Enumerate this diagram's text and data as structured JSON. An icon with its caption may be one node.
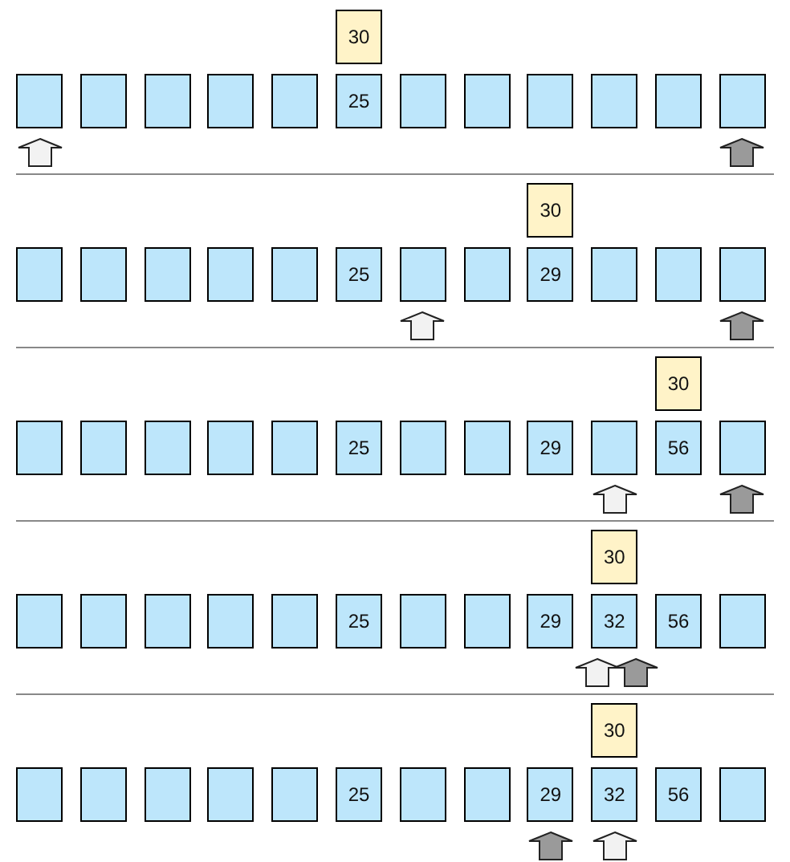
{
  "diagram": {
    "nodes": [
      {
        "text": [
          "30"
        ]
      },
      {
        "text": [],
        "shape": "box"
      },
      {
        "text": [],
        "shape": "box"
      },
      {
        "text": [],
        "shape": "box"
      },
      {
        "text": [],
        "shape": "box"
      },
      {
        "text": [],
        "shape": "box"
      },
      {
        "text": [
          "25"
        ]
      },
      {
        "text": [],
        "shape": "box"
      },
      {
        "text": [],
        "shape": "box"
      },
      {
        "text": [],
        "shape": "box"
      },
      {
        "text": [],
        "shape": "box"
      },
      {
        "text": [],
        "shape": "box"
      },
      {
        "text": [],
        "shape": "box"
      },
      {
        "text": [],
        "shape": "arrow"
      },
      {
        "text": [],
        "shape": "arrow"
      },
      {
        "text": [
          "30"
        ]
      },
      {
        "text": [],
        "shape": "box"
      },
      {
        "text": [],
        "shape": "box"
      },
      {
        "text": [],
        "shape": "box"
      },
      {
        "text": [],
        "shape": "box"
      },
      {
        "text": [],
        "shape": "box"
      },
      {
        "text": [
          "25"
        ]
      },
      {
        "text": [],
        "shape": "box"
      },
      {
        "text": [],
        "shape": "box"
      },
      {
        "text": [
          "29"
        ]
      },
      {
        "text": [],
        "shape": "box"
      },
      {
        "text": [],
        "shape": "box"
      },
      {
        "text": [],
        "shape": "box"
      },
      {
        "text": [],
        "shape": "arrow"
      },
      {
        "text": [],
        "shape": "arrow"
      },
      {
        "text": [
          "30"
        ]
      },
      {
        "text": [],
        "shape": "box"
      },
      {
        "text": [],
        "shape": "box"
      },
      {
        "text": [],
        "shape": "box"
      },
      {
        "text": [],
        "shape": "box"
      },
      {
        "text": [],
        "shape": "box"
      },
      {
        "text": [
          "25"
        ]
      },
      {
        "text": [],
        "shape": "box"
      },
      {
        "text": [],
        "shape": "box"
      },
      {
        "text": [
          "29"
        ]
      },
      {
        "text": [],
        "shape": "box"
      },
      {
        "text": [
          "56"
        ]
      },
      {
        "text": [],
        "shape": "box"
      },
      {
        "text": [],
        "shape": "arrow"
      },
      {
        "text": [],
        "shape": "arrow"
      },
      {
        "text": [
          "30"
        ]
      },
      {
        "text": [],
        "shape": "box"
      },
      {
        "text": [],
        "shape": "box"
      },
      {
        "text": [],
        "shape": "box"
      },
      {
        "text": [],
        "shape": "box"
      },
      {
        "text": [],
        "shape": "box"
      },
      {
        "text": [
          "25"
        ]
      },
      {
        "text": [],
        "shape": "box"
      },
      {
        "text": [],
        "shape": "box"
      },
      {
        "text": [
          "29"
        ]
      },
      {
        "text": [
          "32"
        ]
      },
      {
        "text": [
          "56"
        ]
      },
      {
        "text": [],
        "shape": "box"
      },
      {
        "text": [],
        "shape": "arrow"
      },
      {
        "text": [],
        "shape": "arrow"
      },
      {
        "text": [
          "30"
        ]
      },
      {
        "text": [],
        "shape": "box"
      },
      {
        "text": [],
        "shape": "box"
      },
      {
        "text": [],
        "shape": "box"
      },
      {
        "text": [],
        "shape": "box"
      },
      {
        "text": [],
        "shape": "box"
      },
      {
        "text": [
          "25"
        ]
      },
      {
        "text": [],
        "shape": "box"
      },
      {
        "text": [],
        "shape": "box"
      },
      {
        "text": [
          "29"
        ]
      },
      {
        "text": [
          "32"
        ]
      },
      {
        "text": [
          "56"
        ]
      },
      {
        "text": [],
        "shape": "box"
      },
      {
        "text": [],
        "shape": "arrow"
      },
      {
        "text": [],
        "shape": "arrow"
      }
    ]
  }
}
